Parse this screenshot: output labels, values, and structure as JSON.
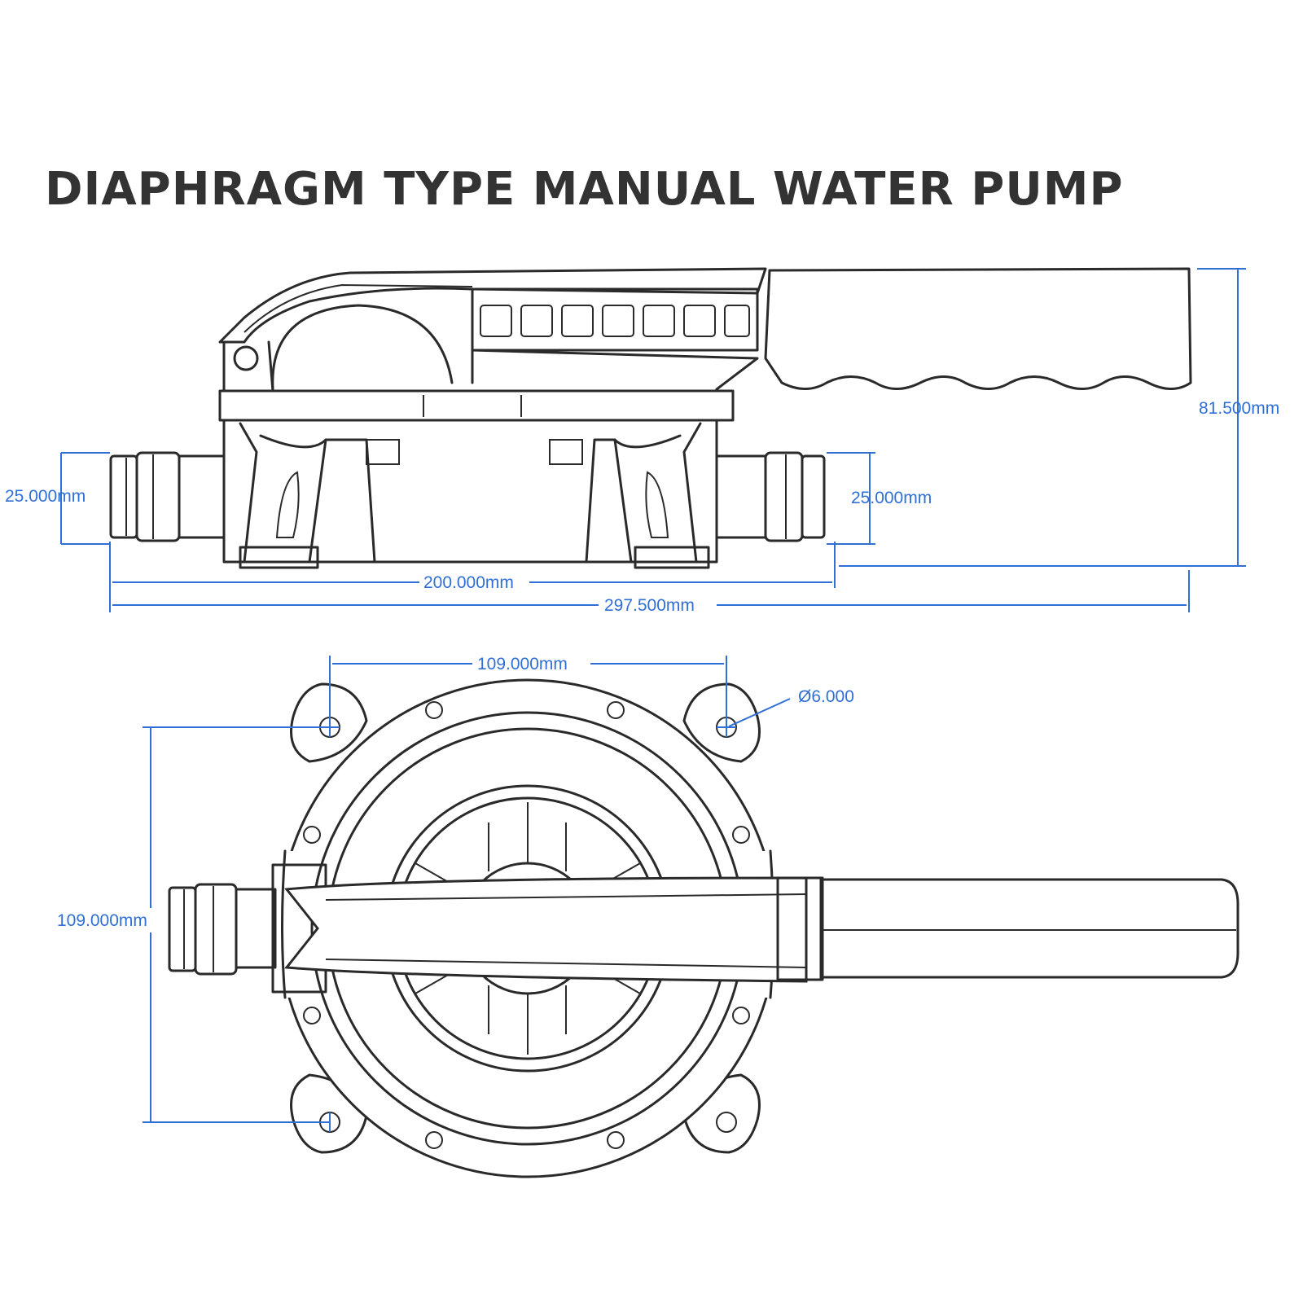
{
  "title": "DIAPHRAGM TYPE MANUAL WATER PUMP",
  "colors": {
    "line": "#2a2a2a",
    "dimension": "#2f6fd6",
    "title": "#333333",
    "background": "#ffffff"
  },
  "side_view": {
    "dimensions": {
      "height": "81.500mm",
      "inlet_diameter": "25.000mm",
      "outlet_diameter": "25.000mm",
      "port_span": "200.000mm",
      "overall_length": "297.500mm"
    }
  },
  "top_view": {
    "dimensions": {
      "hole_spacing_x": "109.000mm",
      "hole_diameter": "Ø6.000",
      "hole_spacing_y": "109.000mm"
    }
  }
}
